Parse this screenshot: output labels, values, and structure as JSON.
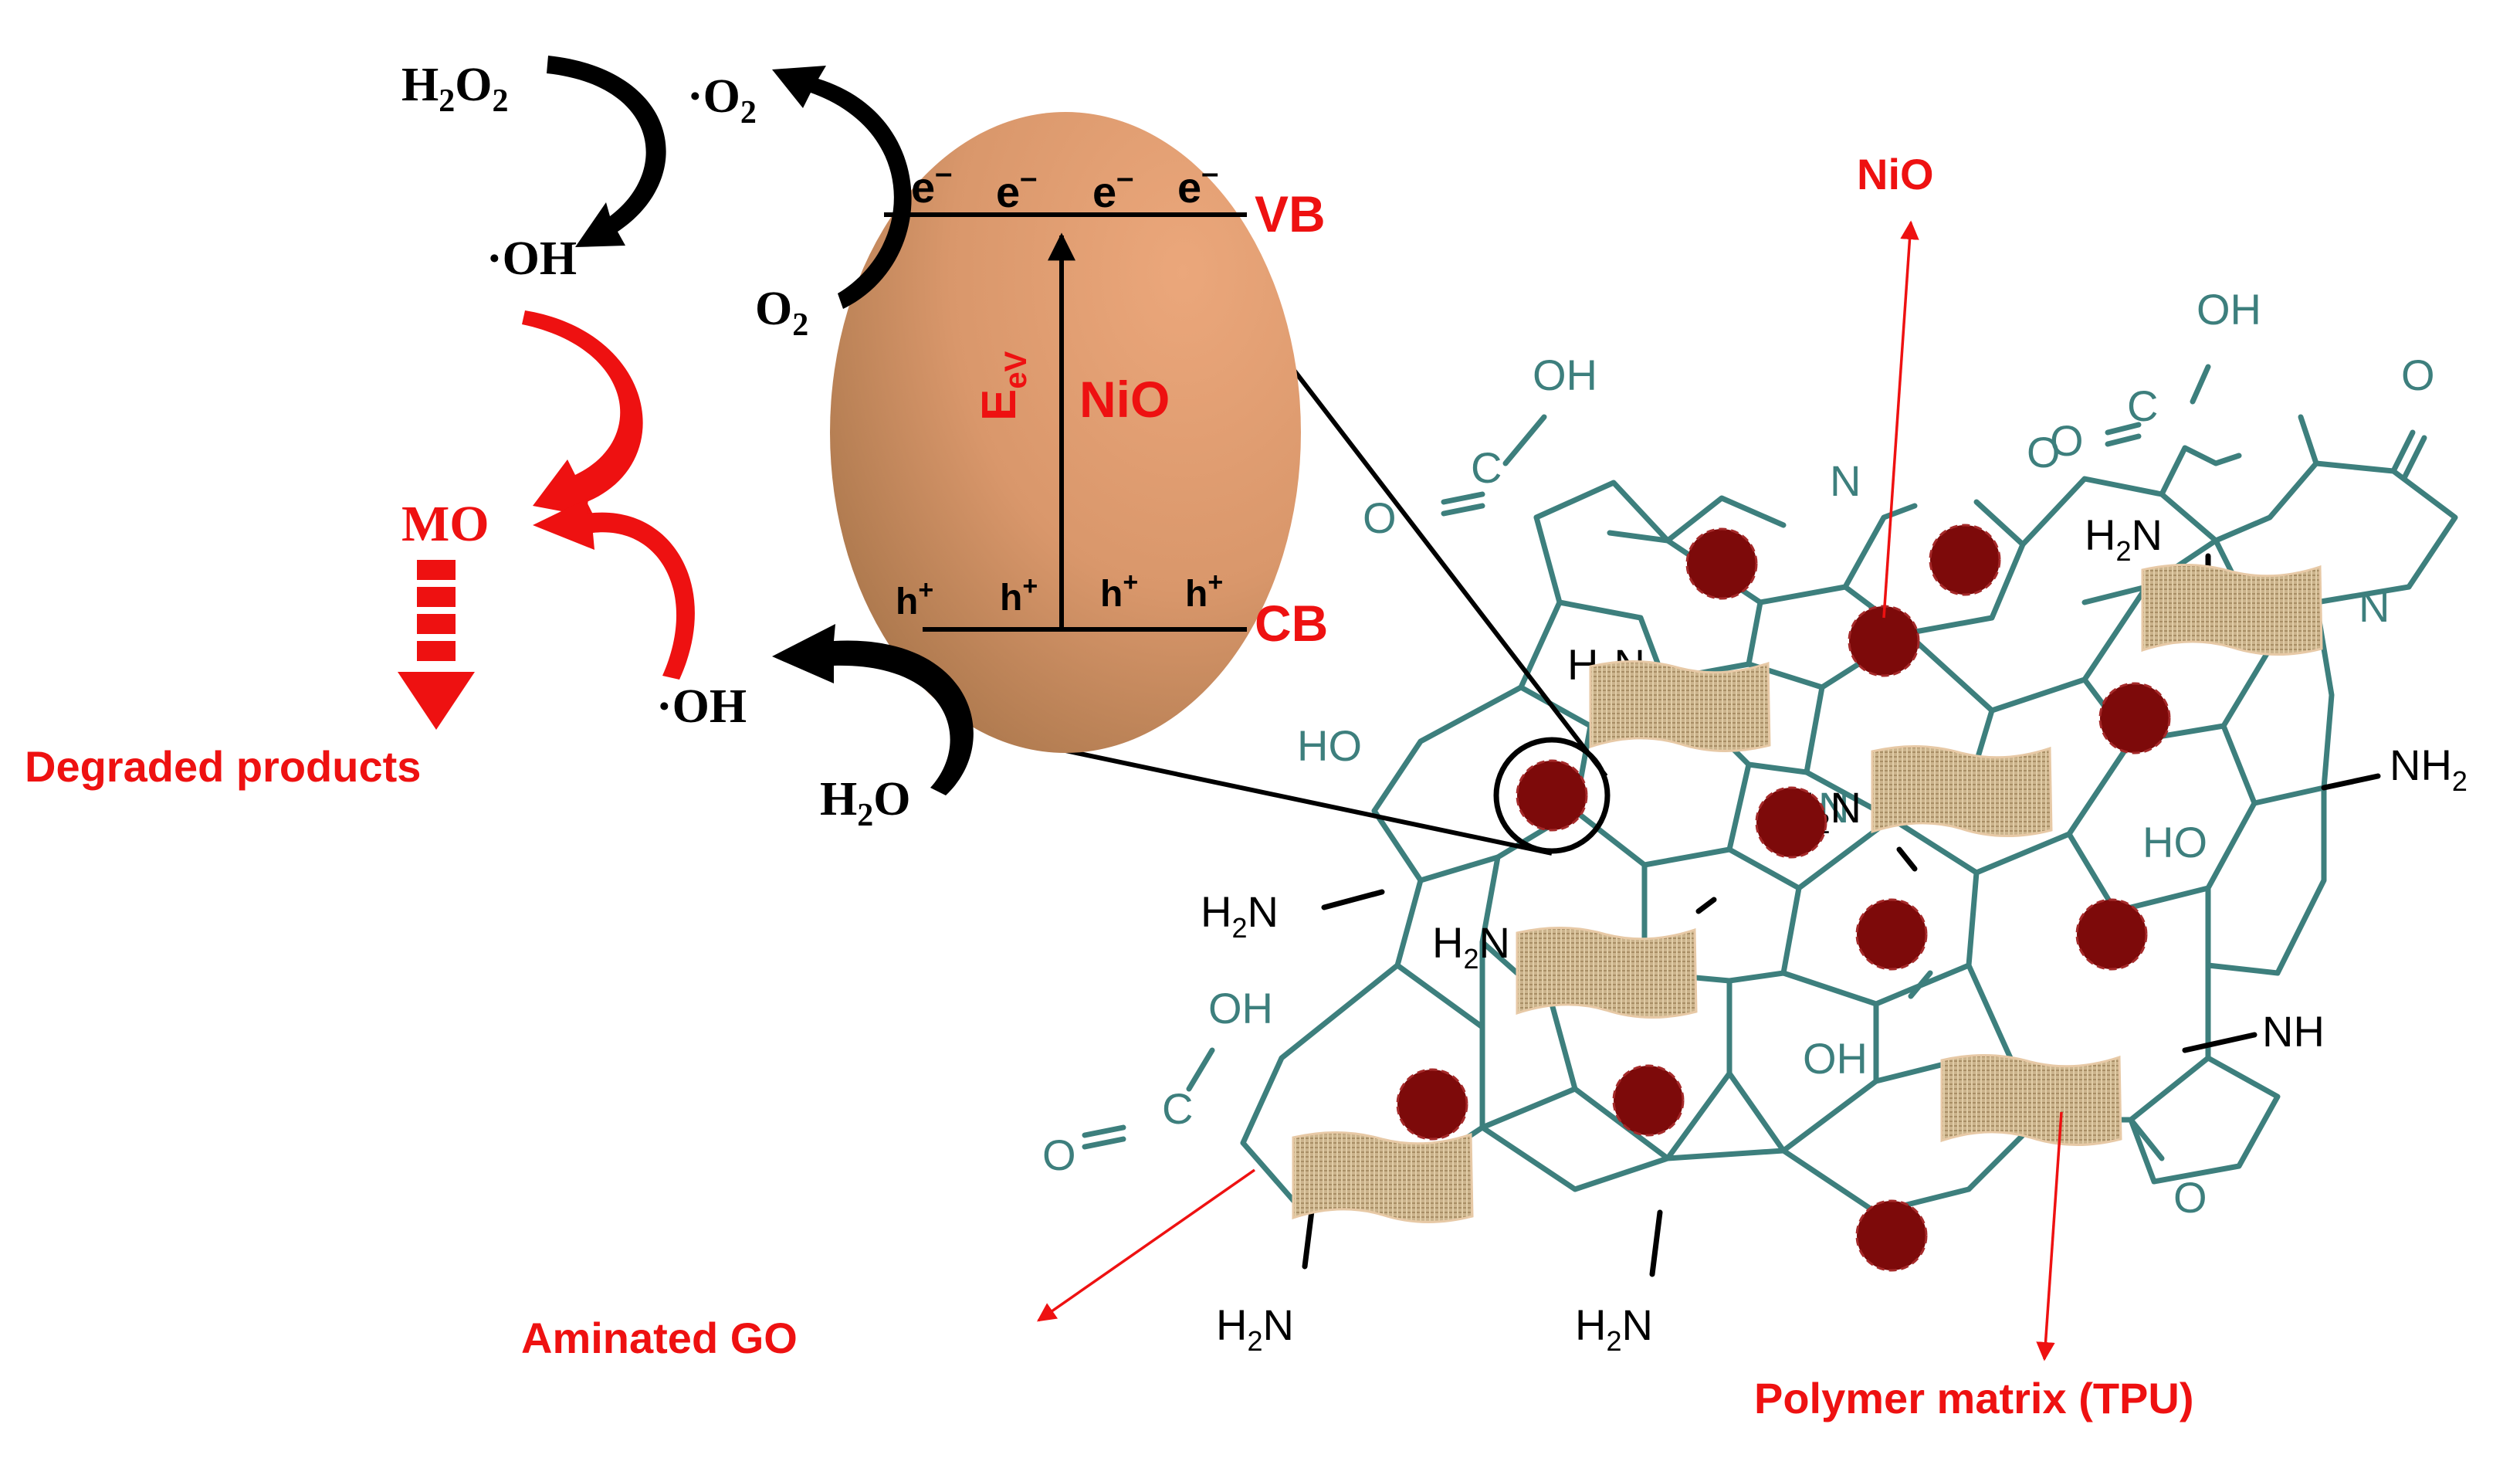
{
  "species": {
    "h2o2": "H2O2",
    "o2_radical": "·O2",
    "oh_radical_top": "·OH",
    "o2": "O2",
    "mo": "MO",
    "oh_radical_bottom": "·OH",
    "h2o": "H2O",
    "degraded": "Degraded products"
  },
  "particle": {
    "electron": "e",
    "electron_sign": "–",
    "hole": "h",
    "hole_sign": "+",
    "vb": "VB",
    "cb": "CB",
    "gap_E": "E",
    "gap_sub": "eV",
    "label": "NiO"
  },
  "callouts": {
    "nio": "NiO",
    "aminated_go": "Aminated GO",
    "tpu": "Polymer matrix (TPU)"
  },
  "groups": {
    "oh": "OH",
    "ho": "HO",
    "c": "C",
    "o": "O",
    "n": "N",
    "h": "H",
    "two": "2",
    "nh": "NH"
  },
  "colors": {
    "accent_red": "#ee1111",
    "graphene_teal": "#3d7f7d",
    "particle_light": "#eba77b",
    "particle_dark": "#b07a4c",
    "nio_dot": "#7d0a0a",
    "tpu_patch": "#cbb38c"
  }
}
